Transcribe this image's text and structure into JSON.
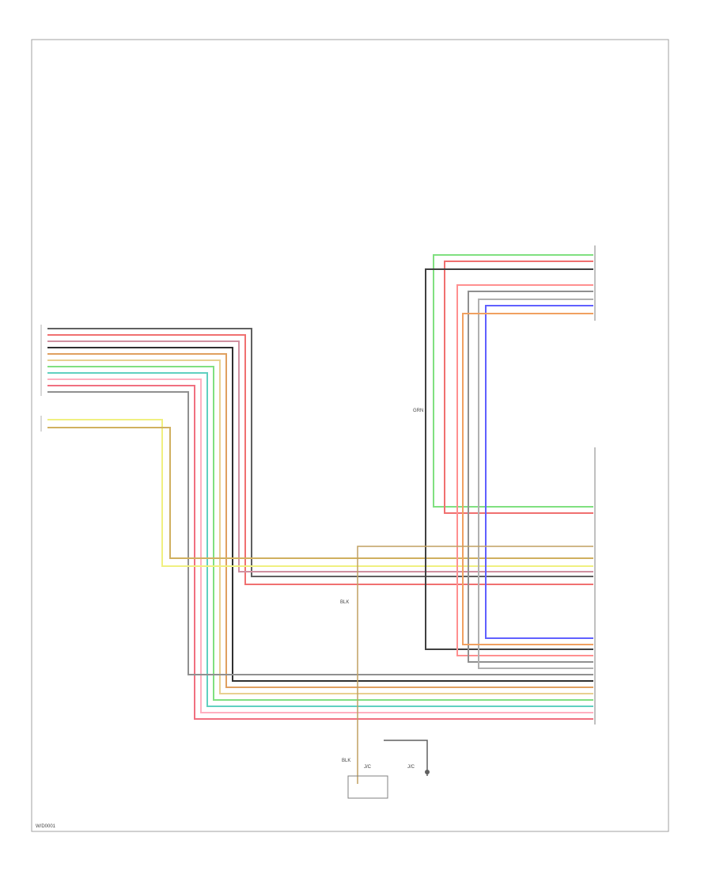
{
  "diagram": {
    "code": "W/D0001",
    "lower_labels": {
      "wire_a": "BLK",
      "wire_b": "BLK",
      "connector_a": "J/C",
      "connector_b": "J/C"
    },
    "upper_labels": {
      "wire_c": "GRN"
    }
  }
}
